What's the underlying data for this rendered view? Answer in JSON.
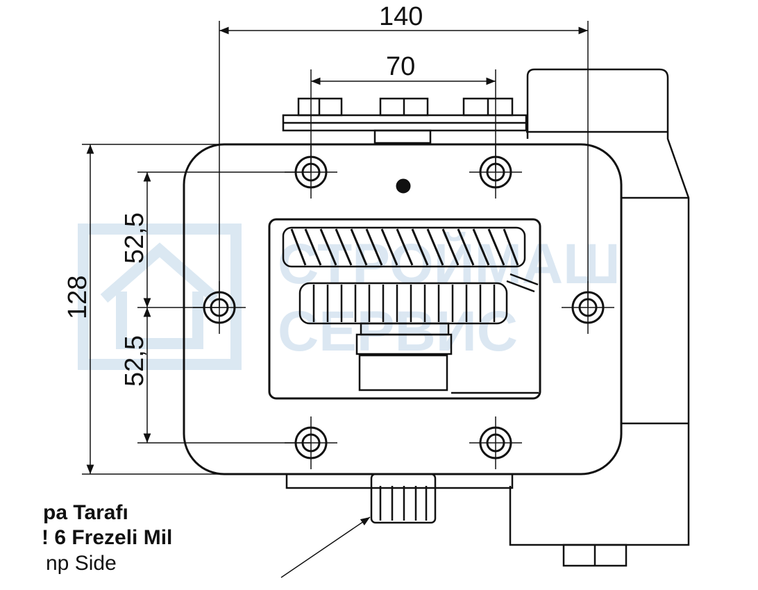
{
  "dimensions": {
    "width_overall": "140",
    "width_inner": "70",
    "height_overall": "128",
    "half_upper": "52,5",
    "half_lower": "52,5"
  },
  "labels": {
    "line1": "pa Tarafı",
    "line2": "! 6 Frezeli Mil",
    "line3": "np Side"
  },
  "watermark": {
    "line1": "СТРОЙМАШ",
    "line2": "СЕРВИС"
  },
  "colors": {
    "line": "#111111",
    "watermark": "#cfe0ee"
  }
}
